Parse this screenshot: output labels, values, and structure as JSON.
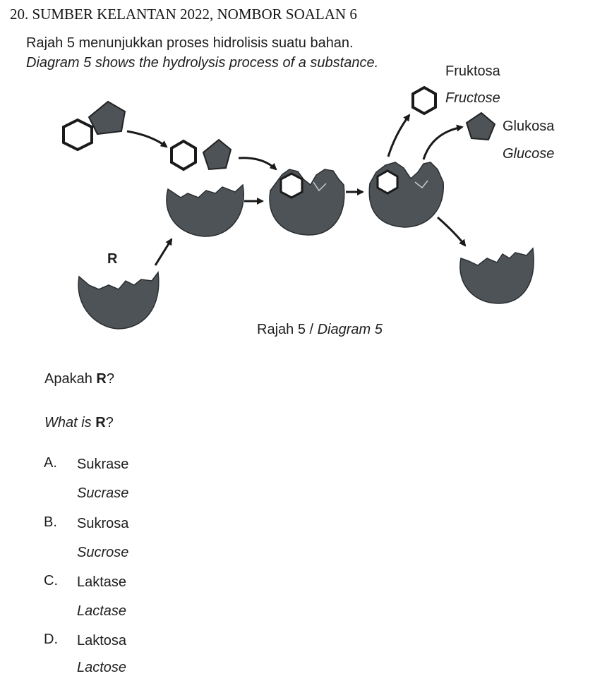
{
  "heading": "20. SUMBER KELANTAN 2022, NOMBOR SOALAN 6",
  "intro": {
    "ms": "Rajah 5 menunjukkan proses hidrolisis suatu bahan.",
    "en": "Diagram 5 shows the hydrolysis process of a substance."
  },
  "diagram": {
    "enzyme_label": "R",
    "fructose_ms": "Fruktosa",
    "fructose_en": "Fructose",
    "glucose_ms": "Glukosa",
    "glucose_en": "Glucose",
    "caption_ms": "Rajah 5 / ",
    "caption_en": "Diagram 5",
    "shape_color": "#4d5357"
  },
  "question": {
    "ms_prefix": "Apakah ",
    "ms_var": "R",
    "ms_suffix": "?",
    "en_prefix": "What is ",
    "en_var": "R",
    "en_suffix": "?"
  },
  "options": [
    {
      "letter": "A.",
      "ms": "Sukrase",
      "en": "Sucrase"
    },
    {
      "letter": "B.",
      "ms": "Sukrosa",
      "en": "Sucrose"
    },
    {
      "letter": "C.",
      "ms": "Laktase",
      "en": "Lactase"
    },
    {
      "letter": "D.",
      "ms": "Laktosa",
      "en": "Lactose"
    }
  ]
}
